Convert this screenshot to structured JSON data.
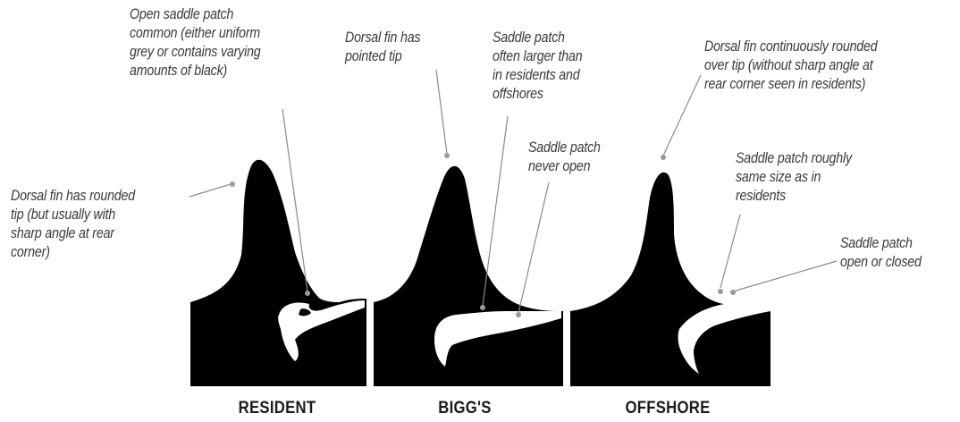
{
  "notes": {
    "resident_saddle": "Open saddle patch\ncommon (either uniform\ngrey or contains varying\namounts of black)",
    "resident_dorsal": "Dorsal fin has rounded\ntip (but usually with\nsharp angle at rear\ncorner)",
    "biggs_dorsal": "Dorsal fin has\npointed tip",
    "biggs_saddle_large": "Saddle patch\noften larger than\nin residents and\noffshores",
    "biggs_saddle_never": "Saddle patch\nnever open",
    "offshore_dorsal": "Dorsal fin continuously rounded\nover tip (without sharp angle at\nrear corner seen in residents)",
    "offshore_saddle_size": "Saddle patch roughly\nsame size as in\nresidents",
    "offshore_saddle_open": "Saddle patch\nopen or closed"
  },
  "captions": {
    "resident": "RESIDENT",
    "biggs": "BIGG'S",
    "offshore": "OFFSHORE"
  },
  "colors": {
    "fin": "#000000",
    "saddle": "#ffffff",
    "leader": "#8a8a8a",
    "text": "#3a3a3a"
  }
}
